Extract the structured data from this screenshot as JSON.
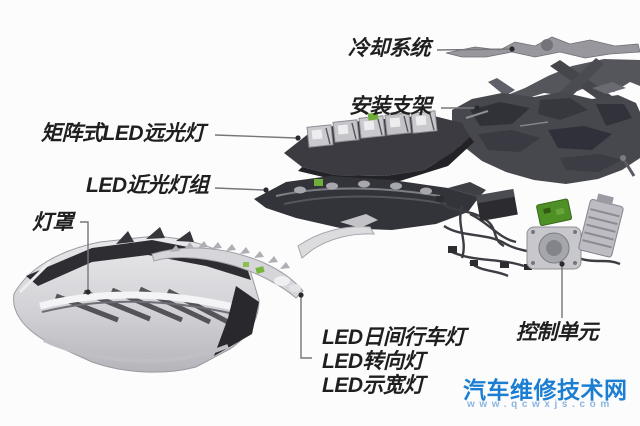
{
  "page": {
    "background": "#fcfcfc",
    "description": "Exploded parts diagram of a matrix LED headlight assembly"
  },
  "labels": [
    {
      "id": "cooling-system",
      "text": "冷却系统"
    },
    {
      "id": "mounting-bracket",
      "text": "安装支架"
    },
    {
      "id": "matrix-led-high-beam",
      "text": "矩阵式LED远光灯"
    },
    {
      "id": "led-low-beam-group",
      "text": "LED近光灯组"
    },
    {
      "id": "lamp-cover",
      "text": "灯罩"
    },
    {
      "id": "led-daytime-running-light",
      "text": "LED日间行车灯"
    },
    {
      "id": "led-turn-signal",
      "text": "LED转向灯"
    },
    {
      "id": "led-position-light",
      "text": "LED示宽灯"
    },
    {
      "id": "control-unit",
      "text": "控制单元"
    }
  ],
  "watermark": {
    "site_name": "汽车维修技术网",
    "site_url": "www.qcwxjs.com"
  },
  "colors": {
    "label_text": "#1f1f1f",
    "leader_line": "#77777b",
    "leader_dot": "#2a2a2e",
    "watermark_name": "#1b7ed2",
    "watermark_url": "#8ab6e0",
    "accent_green": "#6fae3a",
    "part_dark": "#3b3b41",
    "part_chrome": "#d6d6da"
  }
}
